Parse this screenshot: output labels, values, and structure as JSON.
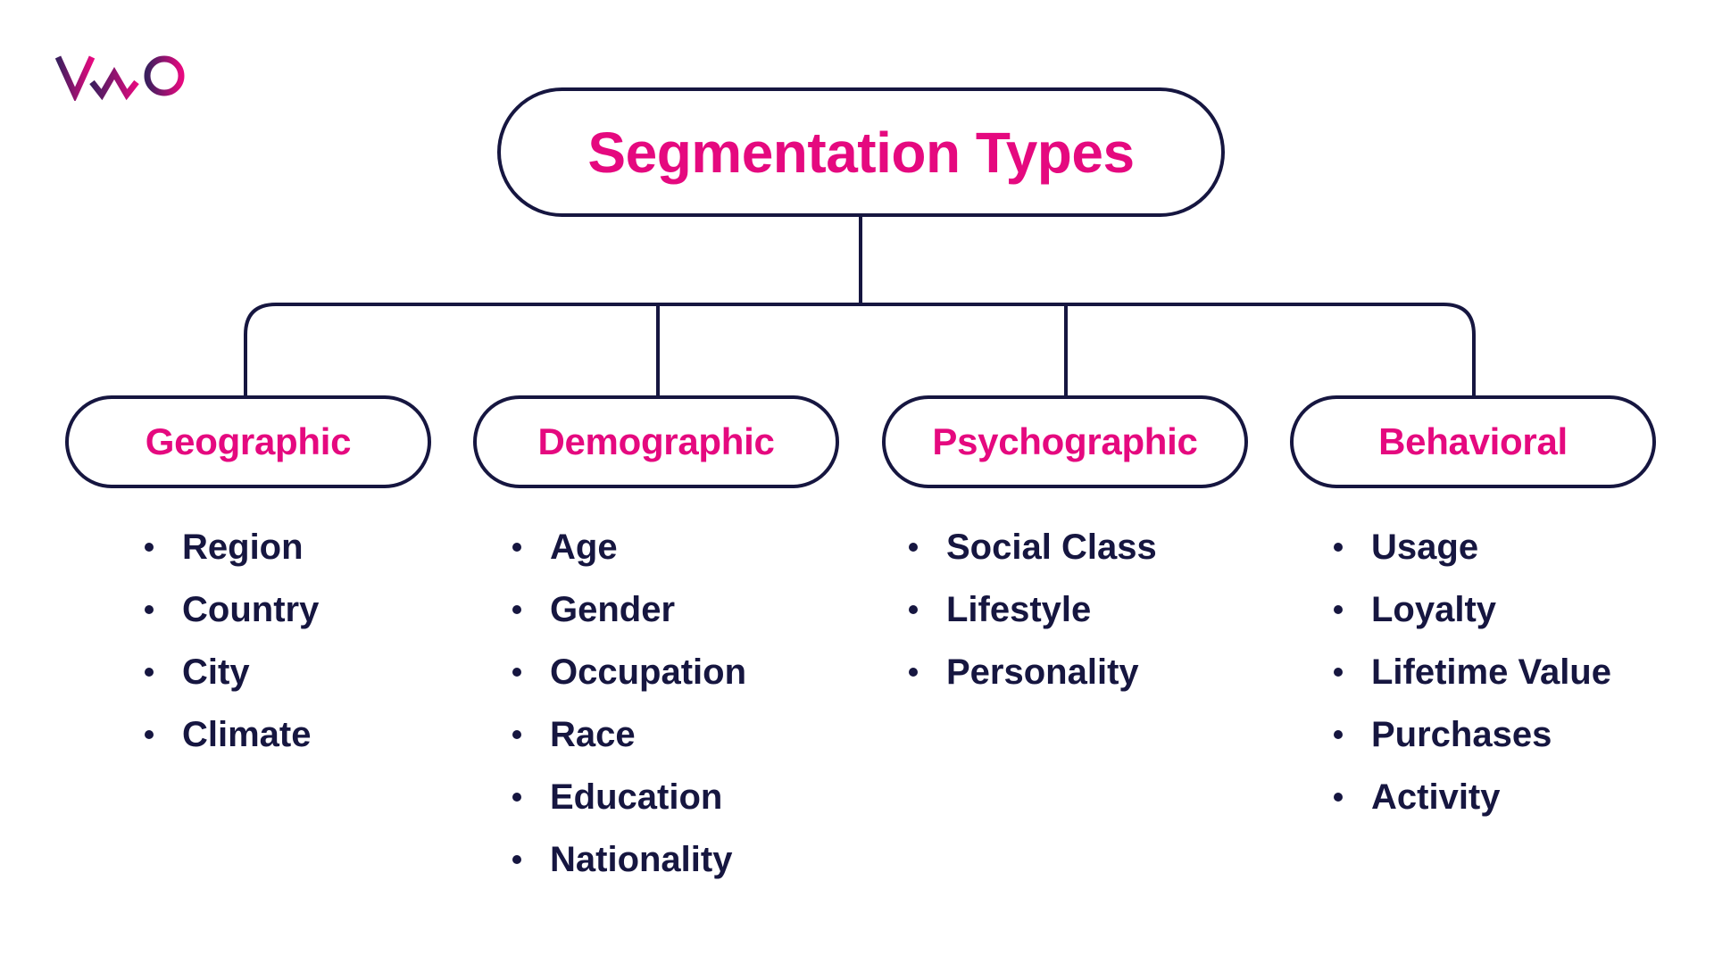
{
  "logo": {
    "text": "VWO",
    "colors": {
      "start": "#3b1f5e",
      "end": "#e5097f"
    }
  },
  "root": {
    "title": "Segmentation Types"
  },
  "categories": [
    {
      "label": "Geographic",
      "items": [
        "Region",
        "Country",
        "City",
        "Climate"
      ]
    },
    {
      "label": "Demographic",
      "items": [
        "Age",
        "Gender",
        "Occupation",
        "Race",
        "Education",
        "Nationality"
      ]
    },
    {
      "label": "Psychographic",
      "items": [
        "Social Class",
        "Lifestyle",
        "Personality"
      ]
    },
    {
      "label": "Behavioral",
      "items": [
        "Usage",
        "Loyalty",
        "Lifetime Value",
        "Purchases",
        "Activity"
      ]
    }
  ],
  "colors": {
    "accent": "#e5097f",
    "ink": "#161640",
    "background": "#ffffff"
  }
}
